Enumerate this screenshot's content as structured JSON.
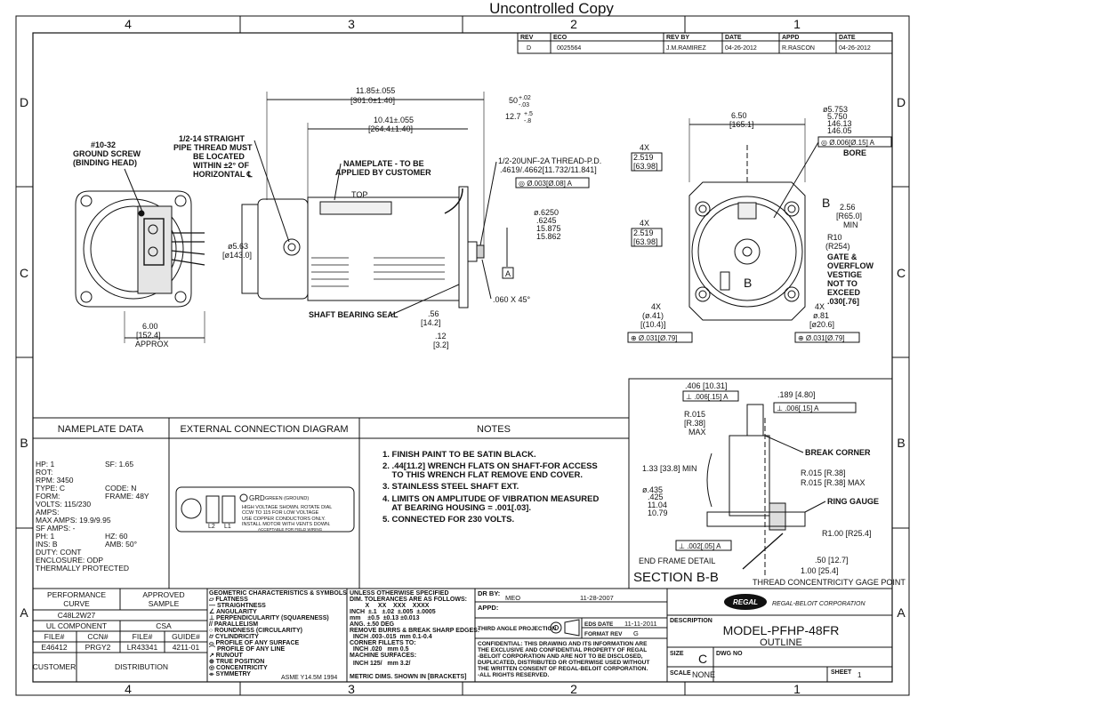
{
  "header": {
    "stamp": "Uncontrolled Copy"
  },
  "zones": {
    "cols": [
      "4",
      "3",
      "2",
      "1"
    ],
    "rows": [
      "D",
      "C",
      "B",
      "A"
    ]
  },
  "revision": {
    "headers": [
      "REV",
      "ECO",
      "REV BY",
      "DATE",
      "APPD",
      "DATE"
    ],
    "row": [
      "D",
      "0025564",
      "J.M.RAMIREZ",
      "04-26-2012",
      "R.RASCON",
      "04-26-2012"
    ]
  },
  "dims": {
    "overall_len": "11.85±.055",
    "overall_len_mm": "[301.0±1.40]",
    "body_len": "10.41±.055",
    "body_len_mm": "[264.4±1.40]",
    "shaft_len_top": "50",
    "shaft_tol_up": "+.02",
    "shaft_tol_dn": "-.03",
    "shaft_mm": "12.7",
    "shaft_mm_tol_up": "+.5",
    "shaft_mm_tol_dn": "-.8",
    "thread_l1": "1/2-20UNF-2A THREAD-P.D.",
    "thread_l2": ".4619/.4662[11.732/11.841]",
    "fcf_thread": "◎ Ø.003[Ø.08] A",
    "shaft_dia_1": "ø.6250",
    "shaft_dia_2": ".6245",
    "shaft_dia_3": "15.875",
    "shaft_dia_4": "15.862",
    "datum_a": "A",
    "chamfer": ".060 X 45°",
    "frame_dia": "ø5.63",
    "frame_dia_mm": "[ø143.0]",
    "width_approx": "6.00",
    "width_approx_mm": "[152.4]",
    "approx": "APPROX",
    "d56": ".56",
    "d56_mm": "[14.2]",
    "d12": ".12",
    "d12_mm": "[3.2]",
    "top_label": "TOP",
    "w650": "6.50",
    "w650_mm": "[165.1]",
    "bore_1": "ø5.753",
    "bore_2": "5.750",
    "bore_3": "146.13",
    "bore_4": "146.05",
    "fcf_bore": "◎ Ø.006[Ø.15] A",
    "bore": "BORE",
    "x4a": "4X",
    "p2519a": "2.519",
    "p2519a_mm": "[63.98]",
    "x4b": "4X",
    "p2519b": "2.519",
    "p2519b_mm": "[63.98]",
    "mark_b": "B",
    "r256": "2.56",
    "r256_mm": "[R65.0]",
    "min": "MIN",
    "r10": "R10",
    "r10_mm": "(R254)",
    "gate1": "GATE &",
    "gate2": "OVERFLOW",
    "gate3": "VESTIGE",
    "gate4": "NOT TO",
    "gate5": "EXCEED",
    "gate6": ".030[.76]",
    "x4c": "4X",
    "h41": "(ø.41)",
    "h41_mm": "[(10.4)]",
    "x4d": "4X",
    "h81": "ø.81",
    "h81_mm": "[ø20.6]",
    "fcf_h1": "⊕ Ø.031[Ø.79]",
    "fcf_h2": "⊕ Ø.031[Ø.79]",
    "bb_mark": "B"
  },
  "callouts": {
    "ground1": "#10-32",
    "ground2": "GROUND SCREW",
    "ground3": "(BINDING HEAD)",
    "pipe1": "1/2-14 STRAIGHT",
    "pipe2": "PIPE THREAD MUST",
    "pipe3": "BE LOCATED",
    "pipe4": "WITHIN ±2° OF",
    "pipe5": "HORIZONTAL ℄",
    "name1": "NAMEPLATE - TO BE",
    "name2": "APPLIED BY CUSTOMER",
    "seal": "SHAFT BEARING SEAL"
  },
  "section": {
    "d406": ".406 [10.31]",
    "fcf1": "⊥ .006[.15] A",
    "d189": ".189 [4.80]",
    "fcf2": "⊥ .006[.15] A",
    "r015a": "R.015",
    "r015a_mm": "[R.38]",
    "max": "MAX",
    "break": "BREAK CORNER",
    "d133": "1.33 [33.8] MIN",
    "r015b": "R.015 [R.38]",
    "r015c": "R.015 [R.38] MAX",
    "d435": "ø.435",
    "d425": ".425",
    "d1104": "11.04",
    "d1079": "10.79",
    "ring": "RING GAUGE",
    "r100": "R1.00 [R25.4]",
    "fcf3": "⊥ .002[.05] A",
    "end": "END FRAME DETAIL",
    "d50": ".50 [12.7]",
    "d100": "1.00 [25.4]",
    "title": "SECTION B-B",
    "gage": "THREAD CONCENTRICITY GAGE POINT"
  },
  "nameplate": {
    "title": "NAMEPLATE DATA",
    "left": [
      "HP: 1",
      "ROT:",
      "RPM: 3450",
      "TYPE: C",
      "FORM:",
      "VOLTS: 115/230",
      "AMPS:",
      "MAX AMPS: 19.9/9.95",
      "SF AMPS: -",
      "PH: 1",
      "INS: B",
      "DUTY: CONT",
      "ENCLOSURE: ODP",
      "THERMALLY PROTECTED"
    ],
    "sf": "SF: 1.65",
    "code": "CODE: N",
    "frame": "FRAME: 48Y",
    "hz": "HZ: 60",
    "amb": "AMB: 50°"
  },
  "connection": {
    "title": "EXTERNAL CONNECTION DIAGRAM",
    "grd": "GRD",
    "grd_sub": "GREEN (GROUND)",
    "text1": "HIGH VOLTAGE SHOWN. ROTATE DIAL",
    "text2": "CCW TO 115 FOR LOW VOLTAGE",
    "text3": "USE COPPER CONDUCTORS ONLY.",
    "text4": "INSTALL MOTOR WITH VENTS DOWN.",
    "text5": "ACCEPTABLE FOR FIELD WIRING",
    "l2": "L2",
    "l1": "L1"
  },
  "notes": {
    "title": "NOTES",
    "items": [
      "1. FINISH PAINT TO BE SATIN BLACK.",
      "2. .44[11.2] WRENCH FLATS ON SHAFT-FOR ACCESS",
      "    TO THIS WRENCH FLAT REMOVE END COVER.",
      "3. STAINLESS STEEL SHAFT EXT.",
      "4. LIMITS ON AMPLITUDE OF VIBRATION MEASURED",
      "    AT BEARING HOUSING = .001[.03].",
      "5. CONNECTED FOR 230 VOLTS."
    ]
  },
  "titleblock": {
    "perf1": "PERFORMANCE",
    "perf2": "CURVE",
    "appr1": "APPROVED",
    "appr2": "SAMPLE",
    "curve": "C48L2W27",
    "ul": "UL COMPONENT",
    "csa": "CSA",
    "file1": "FILE#",
    "ccn": "CCN#",
    "file2": "FILE#",
    "guide": "GUIDE#",
    "e": "E46412",
    "prgy": "PRGY2",
    "lr": "LR43341",
    "g": "4211-01",
    "customer": "CUSTOMER",
    "distribution": "DISTRIBUTION",
    "gdt": [
      "GEOMETRIC CHARACTERISTICS & SYMBOLS",
      "⏥ FLATNESS",
      "— STRAIGHTNESS",
      "∠ ANGULARITY",
      "⊥ PERPENDICULARITY (SQUARENESS)",
      "// PARALLELISM",
      "○ ROUNDNESS (CIRCULARITY)",
      "⌭ CYLINDRICITY",
      "⌓ PROFILE OF ANY SURFACE",
      "⌒ PROFILE OF ANY LINE",
      "↗ RUNOUT",
      "⊕ TRUE POSITION",
      "◎ CONCENTRICITY",
      "⌯ SYMMETRY"
    ],
    "asme": "ASME Y14.5M 1994",
    "tol": [
      "UNLESS OTHERWISE SPECIFIED",
      "DIM. TOLERANCES ARE AS FOLLOWS:",
      "         X     XX    XXX    XXXX",
      "INCH  ±.1   ±.02  ±.005  ±.0005",
      "mm    ±0.5  ±0.13 ±0.013",
      "ANG. ±.50 DEG",
      "REMOVE BURRS & BREAK SHARP EDGES:",
      "  INCH .003-.015  mm 0.1-0.4",
      "CORNER FILLETS TO:",
      "  INCH .020   mm 0.5",
      "MACHINE SURFACES:",
      "  INCH 125/   mm 3.2/"
    ],
    "metric": "METRIC DIMS. SHOWN IN [BRACKETS]",
    "drby": "DR BY:",
    "drby_v": "MEO",
    "drdate": "11-28-2007",
    "appd": "APPD:",
    "proj": "THIRD ANGLE PROJECTION",
    "eds": "EDS DATE",
    "eds_v": "11-11-2011",
    "fmt": "FORMAT REV",
    "fmt_v": "G",
    "conf": [
      "CONFIDENTIAL: THIS DRAWING AND ITS INFORMATION ARE",
      "THE EXCLUSIVE AND CONFIDENTIAL PROPERTY OF REGAL",
      "-BELOIT CORPORATION AND ARE NOT TO BE DISCLOSED,",
      "DUPLICATED, DISTRIBUTED OR OTHERWISE USED WITHOUT",
      "THE WRITTEN CONSENT OF REGAL-BELOIT CORPORATION.",
      "-ALL RIGHTS RESERVED."
    ],
    "logo": "REGAL",
    "corp": "REGAL-BELOIT CORPORATION",
    "desc": "DESCRIPTION",
    "model": "MODEL-PFHP-48FR",
    "outline": "OUTLINE",
    "size": "SIZE",
    "size_v": "C",
    "dwg": "DWG NO",
    "scale": "SCALE",
    "scale_v": "NONE",
    "sheet": "SHEET",
    "sheet_v": "1"
  }
}
